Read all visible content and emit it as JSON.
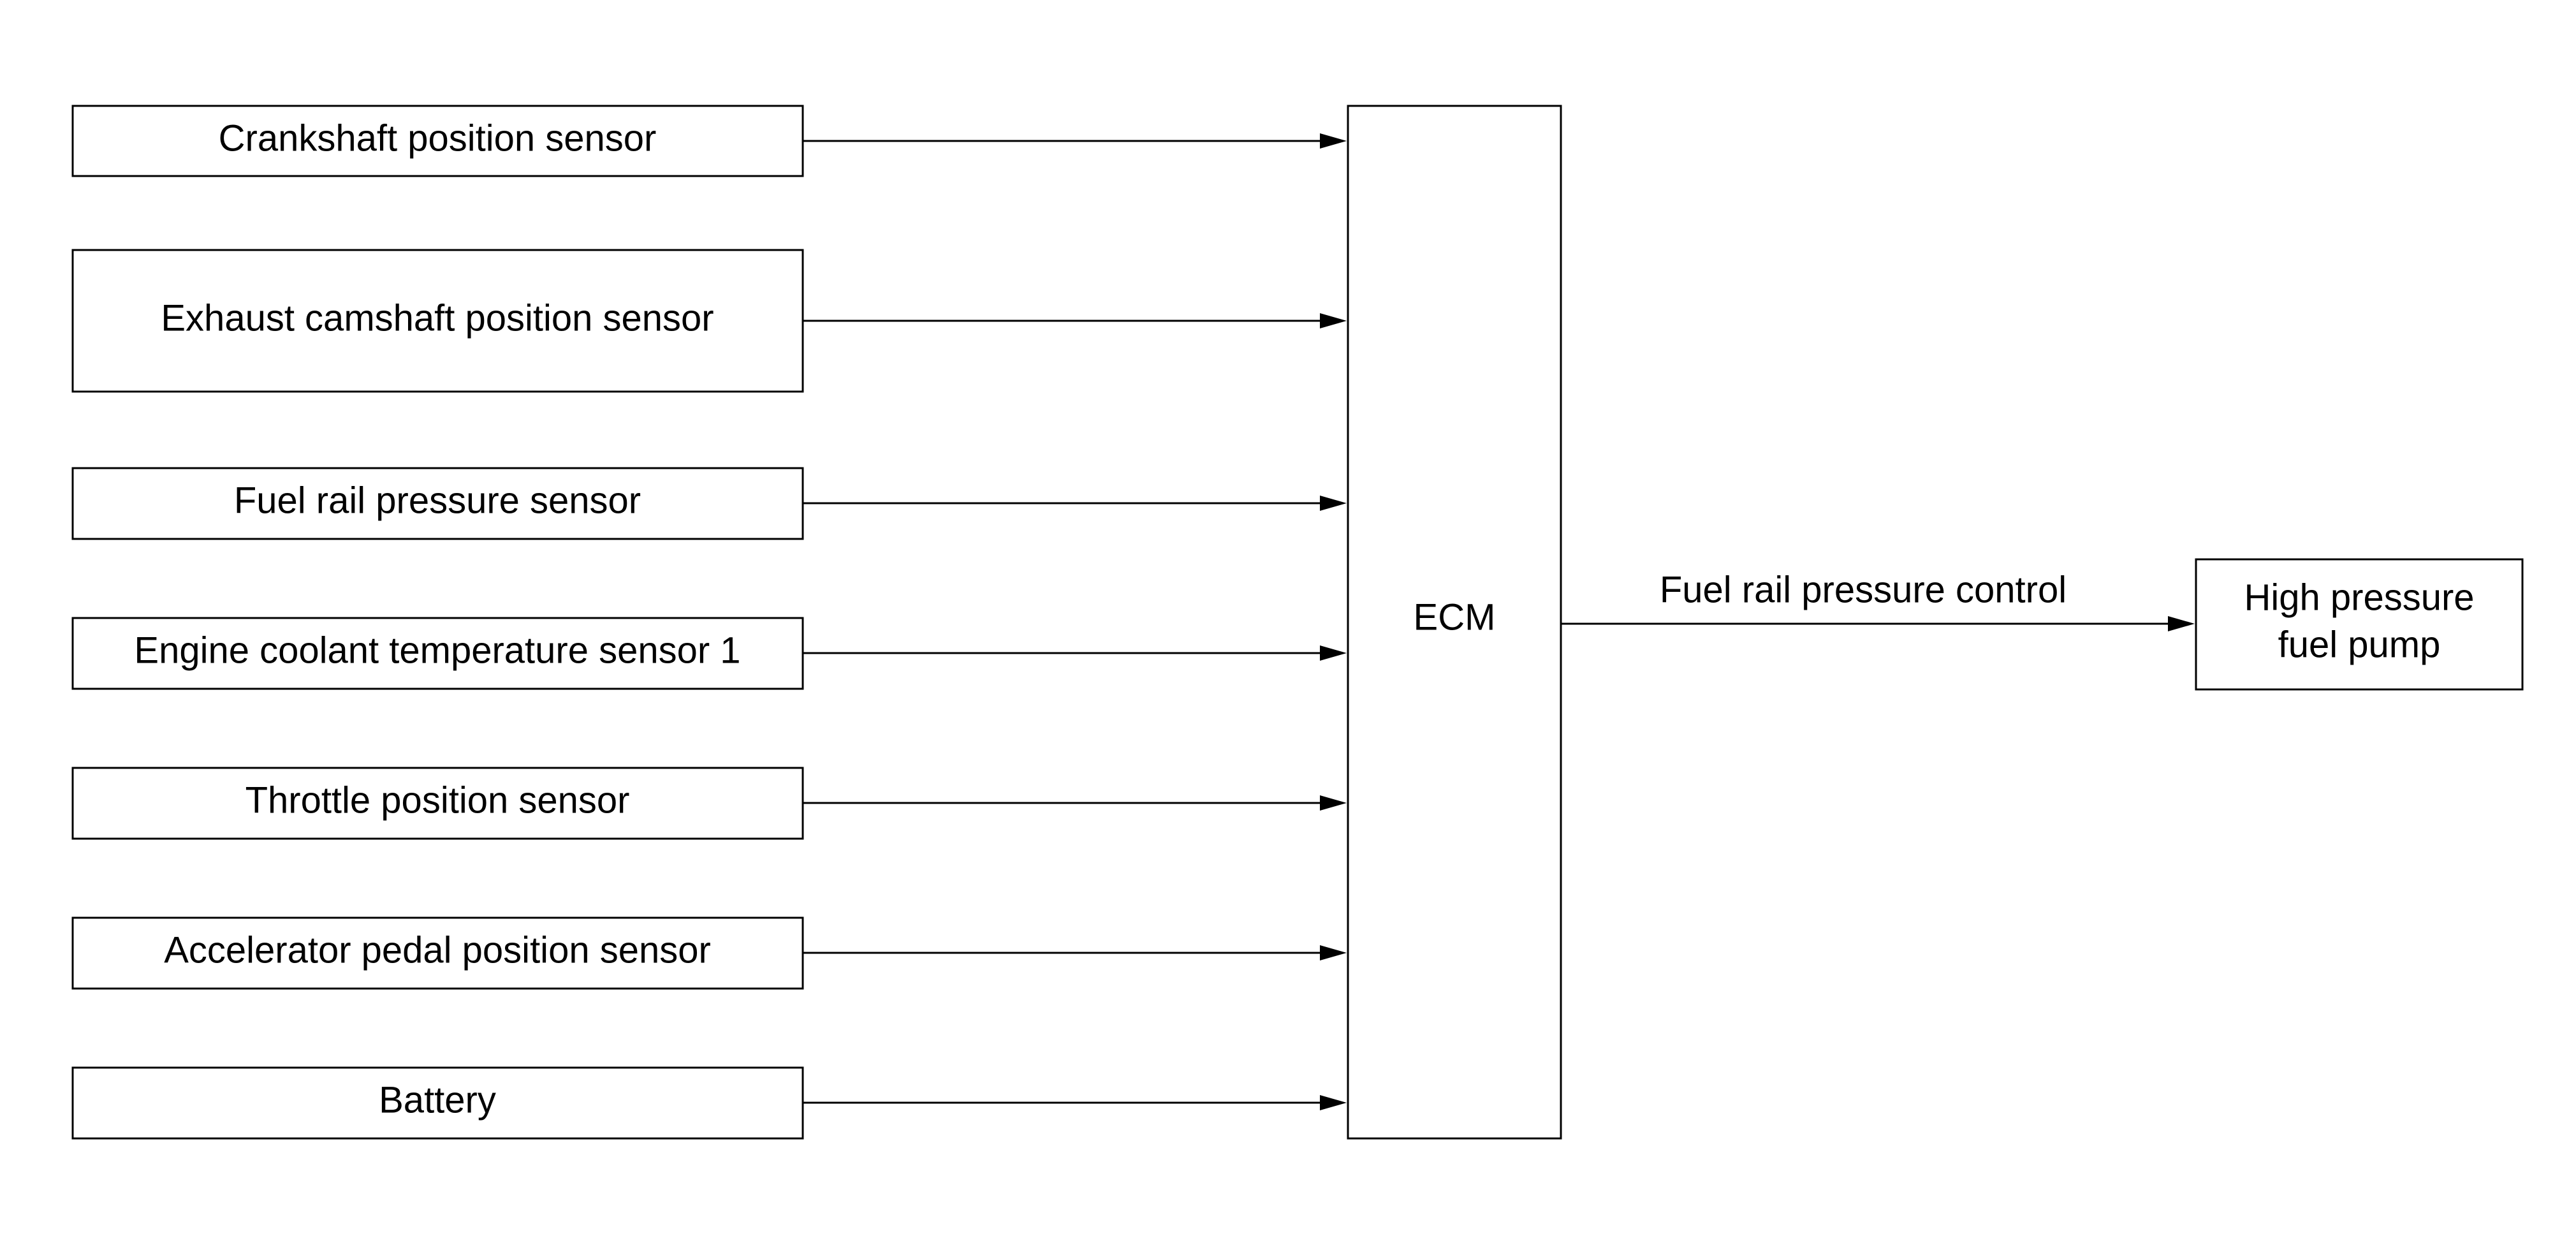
{
  "inputs": [
    {
      "id": "crankshaft",
      "label": "Crankshaft position sensor"
    },
    {
      "id": "exhaust-camshaft",
      "label": "Exhaust camshaft position sensor"
    },
    {
      "id": "fuel-rail-pressure",
      "label": "Fuel rail pressure sensor"
    },
    {
      "id": "engine-coolant-temp",
      "label": "Engine coolant temperature sensor 1"
    },
    {
      "id": "throttle-position",
      "label": "Throttle position sensor"
    },
    {
      "id": "accelerator-pedal",
      "label": "Accelerator pedal position sensor"
    },
    {
      "id": "battery",
      "label": "Battery"
    }
  ],
  "controller": {
    "label": "ECM"
  },
  "output_signal": {
    "label": "Fuel rail pressure control"
  },
  "actuator": {
    "lines": [
      "High pressure",
      "fuel pump"
    ]
  }
}
